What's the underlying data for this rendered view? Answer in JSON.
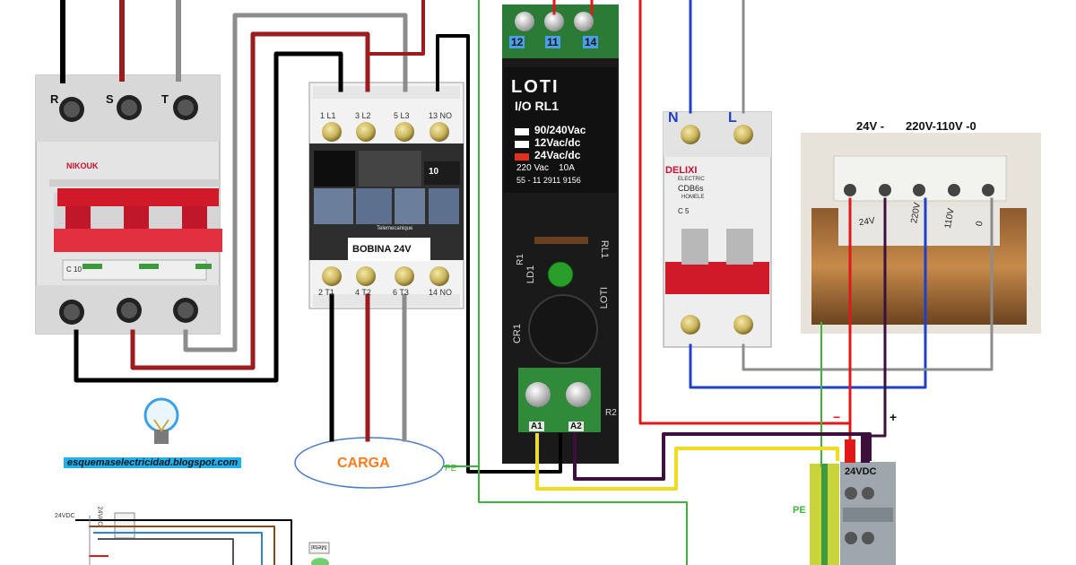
{
  "breaker": {
    "brand": "NIKOUK",
    "phase_r": "R",
    "phase_s": "S",
    "phase_t": "T",
    "rating": "C 10"
  },
  "contactor": {
    "term_top": [
      "1 L1",
      "3 L2",
      "5 L3",
      "13 NO"
    ],
    "term_bottom": [
      "2 T1",
      "4 T2",
      "6 T3",
      "14 NO"
    ],
    "aux_number": "10",
    "brand": "Telemecanique",
    "coil_label": "BOBINA 24V"
  },
  "relay": {
    "terminals": [
      "12",
      "11",
      "14"
    ],
    "brand": "LOTI",
    "model": "I/O RL1",
    "voltages": [
      "90/240Vac",
      "12Vac/dc",
      "24Vac/dc"
    ],
    "rating": "220 Vac    10A",
    "phone": "55 - 11 2911 9156",
    "side_right": "RL1",
    "side_loti": "LOTI",
    "led_ref": "LD1",
    "ref_r1": "R1",
    "ref_cr1": "CR1",
    "ref_r2": "R2",
    "coil_a1": "A1",
    "coil_a2": "A2"
  },
  "mcb": {
    "neutral": "N",
    "line": "L",
    "brand": "DELIXI",
    "brand_sub": "ELECTRIC",
    "model": "CDB6s",
    "model_sub": "HOMELE",
    "rating": "C 5"
  },
  "transformer": {
    "header_low": "24V -",
    "header_high": "220V-110V -0",
    "tag_24": "24V",
    "tag_220": "220V",
    "tag_110": "110V",
    "tag_0": "0"
  },
  "terminal_block": {
    "label": "24VDC",
    "minus": "−",
    "plus": "+",
    "pe": "PE"
  },
  "load": {
    "label": "CARGA",
    "pe": "PE"
  },
  "blog_url": "esquemaselectricidad.blogspot.com",
  "mini_diagram": {
    "label_24vdc": "24VDC",
    "label_24vac": "24VAC",
    "device_label": "Metal"
  },
  "colors": {
    "black_wire": "#000000",
    "red_wire": "#9b1b1e",
    "gray_wire": "#8c8c8c",
    "blue_wire": "#2140c8",
    "green_wire": "#3cb43c",
    "yellow_wire": "#f0dc1e",
    "purple_wire": "#3c0f3c",
    "bright_red": "#e01818",
    "load_orange": "#ff7a1a",
    "term_blue": "#4aa0e8"
  }
}
